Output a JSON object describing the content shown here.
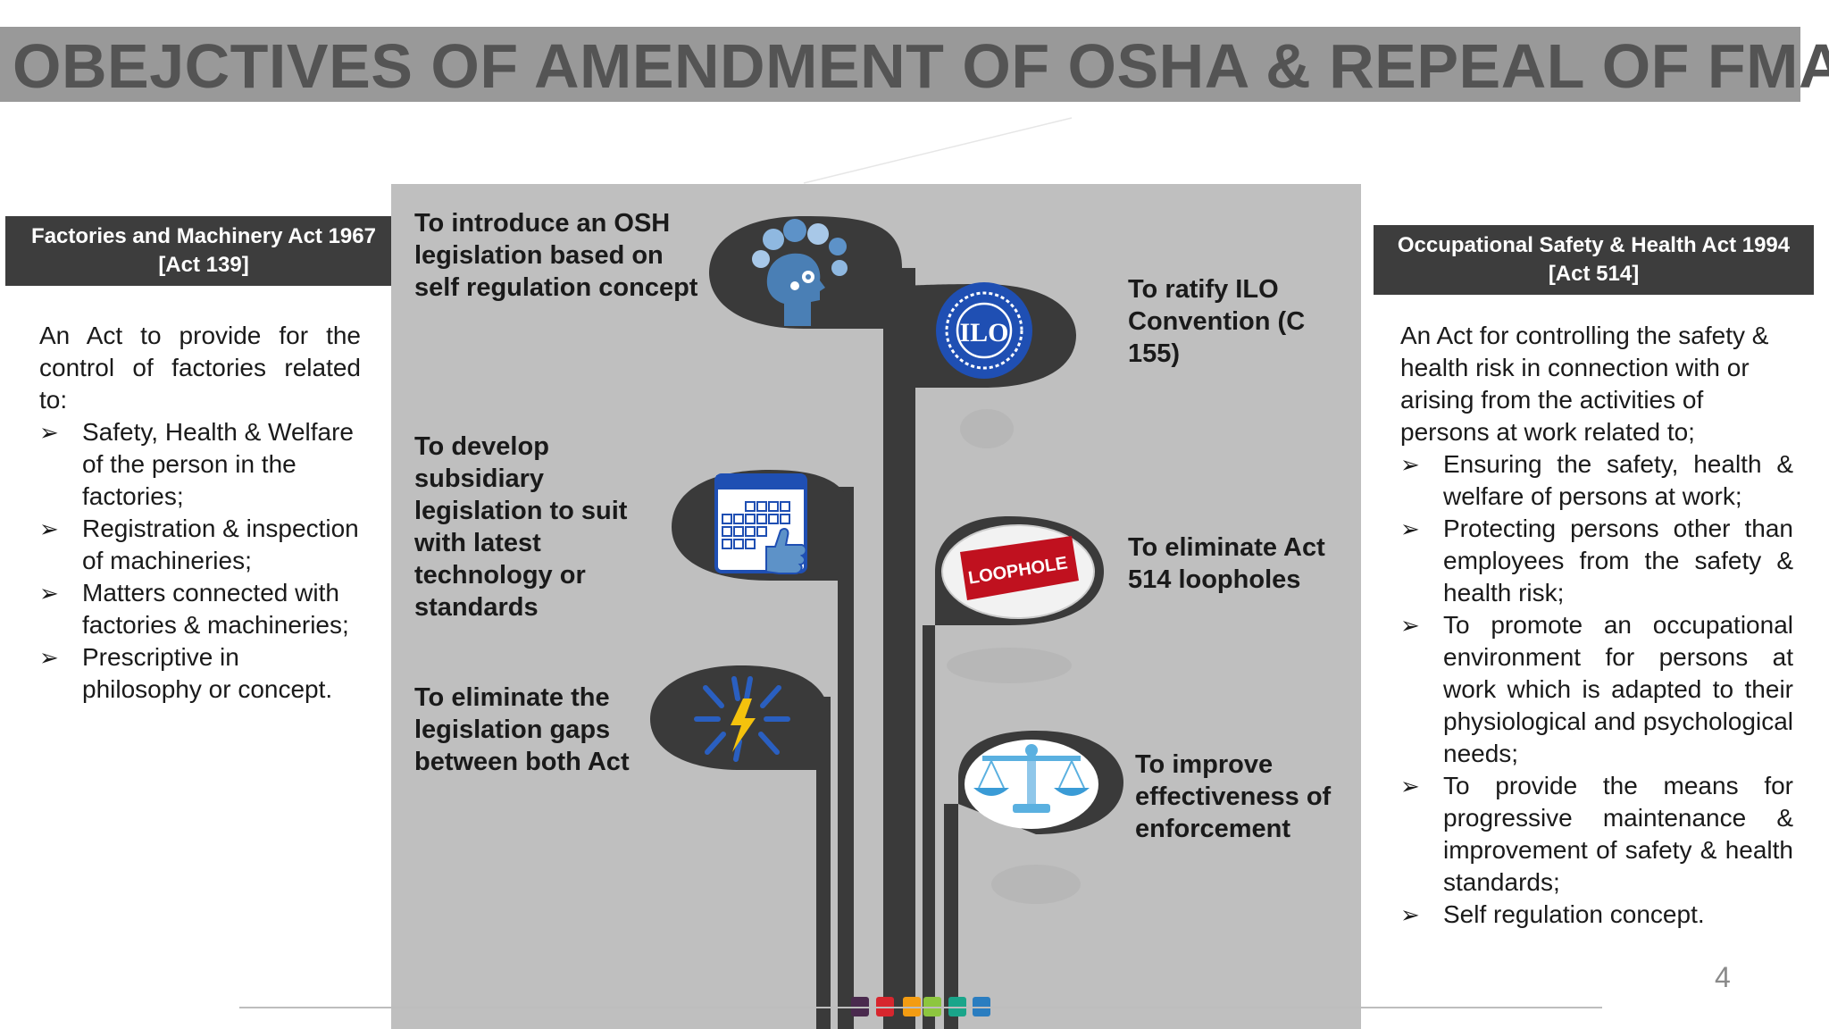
{
  "title": "OBEJCTIVES OF AMENDMENT OF OSHA & REPEAL OF FMA",
  "left": {
    "header_line1": "Factories and Machinery Act 1967",
    "header_line2": "[Act 139]",
    "intro": "An Act to provide for the control of factories related to:",
    "bullets": [
      "Safety, Health & Welfare of the person in the factories;",
      "Registration & inspection of machineries;",
      "Matters connected with factories & machineries;",
      "Prescriptive in philosophy or concept."
    ]
  },
  "right": {
    "header_line1": "Occupational Safety & Health Act 1994",
    "header_line2": "[Act 514]",
    "intro": "An Act for controlling the safety & health risk in connection with or arising from the activities of persons at work related to;",
    "bullets": [
      "Ensuring the safety, health & welfare of persons at work;",
      "Protecting persons other than employees from the safety & health risk;",
      "To promote an occupational environment for persons at work which is adapted to their physiological and psychological needs;",
      "To provide the means for progressive maintenance & improvement of safety & health standards;",
      "Self regulation concept."
    ]
  },
  "objectives": {
    "o1": "To introduce an OSH legislation based on self regulation concept",
    "o2": "To develop subsidiary legislation to suit with latest technology or standards",
    "o3": "To eliminate the legislation gaps between both Act",
    "o4": "To ratify ILO Convention (C 155)",
    "o5": "To eliminate Act 514 loopholes",
    "o6": "To improve effectiveness of enforcement"
  },
  "icons": {
    "o1": "head-gears-icon",
    "o2": "calendar-thumbs-up-icon",
    "o3": "lightning-icon",
    "o4": "ilo-logo-icon",
    "o5": "loophole-puzzle-icon",
    "o6": "scales-icon"
  },
  "badges": {
    "ilo": "ILO",
    "loophole": "LOOPHOLE"
  },
  "bottom_squares": [
    "#4a2a4e",
    "#d7262e",
    "#f39c12",
    "#8dc63f",
    "#1aa58a",
    "#2a7dc0"
  ],
  "page_number": "4"
}
